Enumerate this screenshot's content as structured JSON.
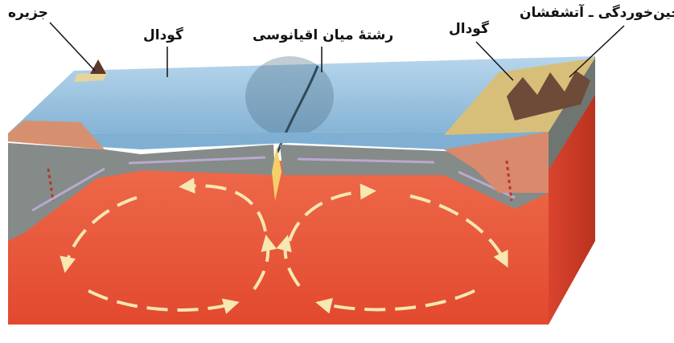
{
  "labels": {
    "island": "جزیره",
    "trench_left": "گودال",
    "ridge": "رشتهٔ میان اقیانوسی",
    "trench_right": "گودال",
    "orogeny_volcano": "چین‌خوردگی ـ آتشفشان"
  },
  "colors": {
    "ocean": "#9cc4e0",
    "crust": "#8a8f8c",
    "mantle": "#e8533a",
    "mantle_dark": "#c8372a",
    "arrows": "#f7e7b0",
    "magma": "#f4d06a",
    "land": "#e6d59a"
  }
}
